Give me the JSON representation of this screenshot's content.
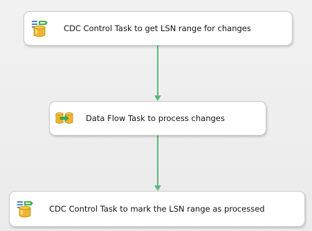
{
  "canvas": {
    "background": "#ededed",
    "connector_color": "#5cb87a"
  },
  "tasks": [
    {
      "label": "CDC Control Task to get LSN range for changes",
      "icon": "cdc-control-task-icon"
    },
    {
      "label": "Data Flow Task to process changes",
      "icon": "data-flow-task-icon"
    },
    {
      "label": "CDC Control Task to mark the LSN range as processed",
      "icon": "cdc-control-task-icon"
    }
  ]
}
